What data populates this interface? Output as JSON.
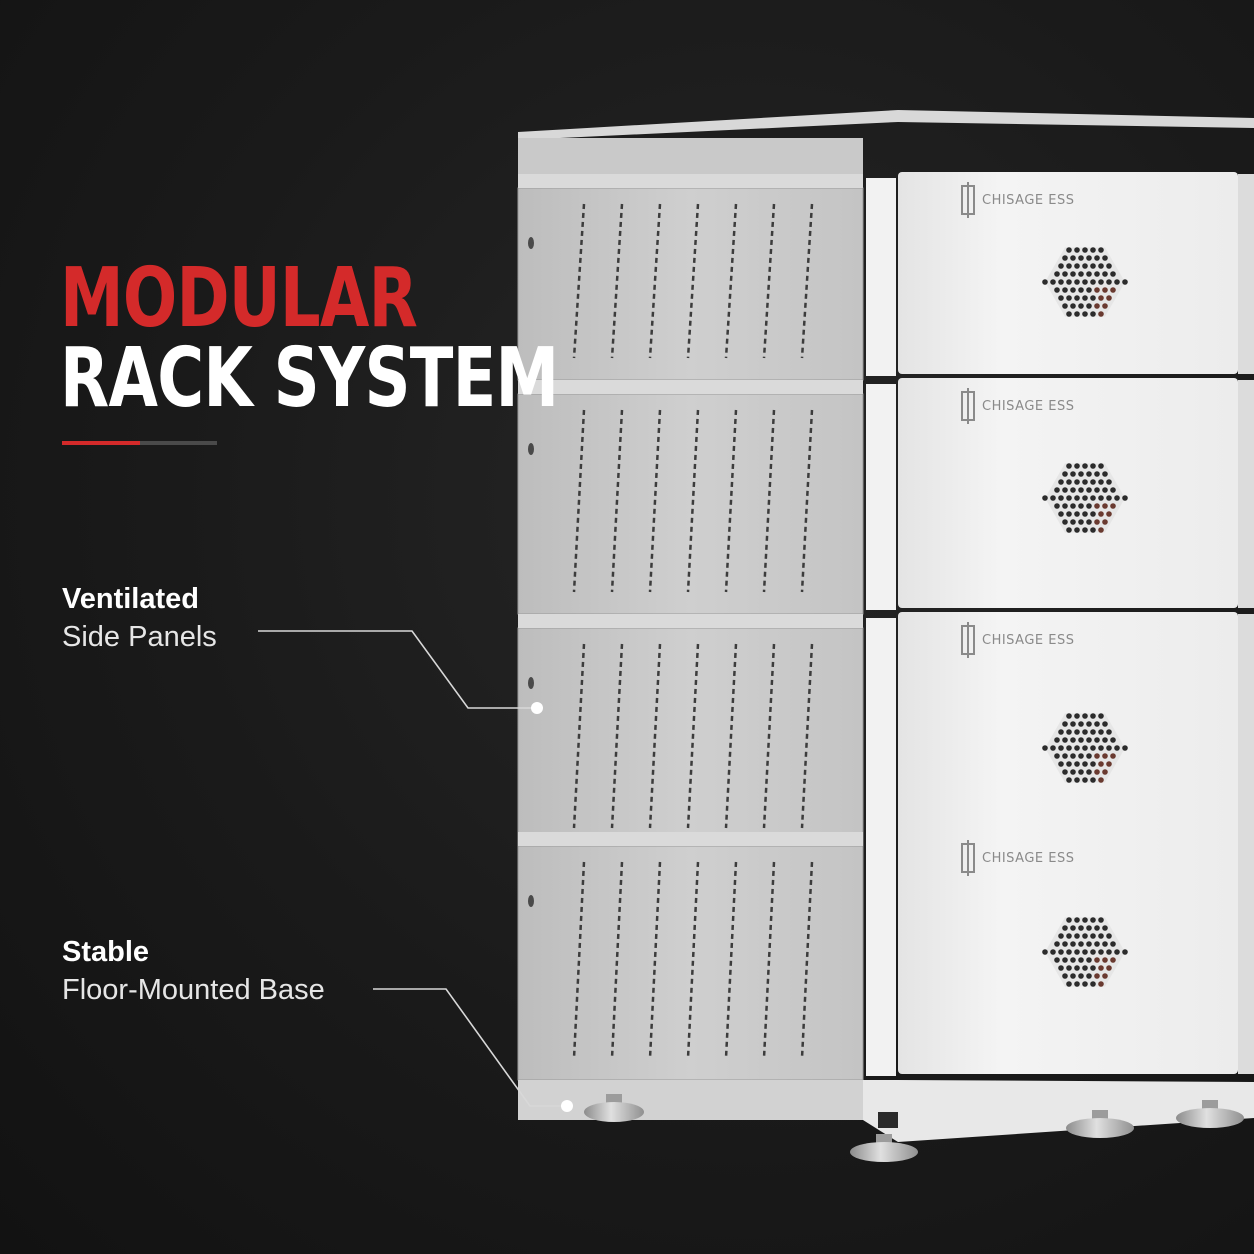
{
  "headline": {
    "line1": "MODULAR",
    "line2": "RACK SYSTEM"
  },
  "callouts": [
    {
      "strong": "Ventilated",
      "light": "Side Panels"
    },
    {
      "strong": "Stable",
      "light": "Floor-Mounted Base"
    }
  ],
  "product": {
    "brand_label": "CHISAGE ESS",
    "module_count": 4
  },
  "colors": {
    "accent": "#d42a2a",
    "background": "#1a1a1a",
    "panel": "#cfcfcf",
    "front": "#f0f0f0",
    "latch": "#e8692a"
  },
  "icons": [
    "chisage-logo-icon",
    "vent-grille-icon",
    "leveling-foot-icon"
  ]
}
